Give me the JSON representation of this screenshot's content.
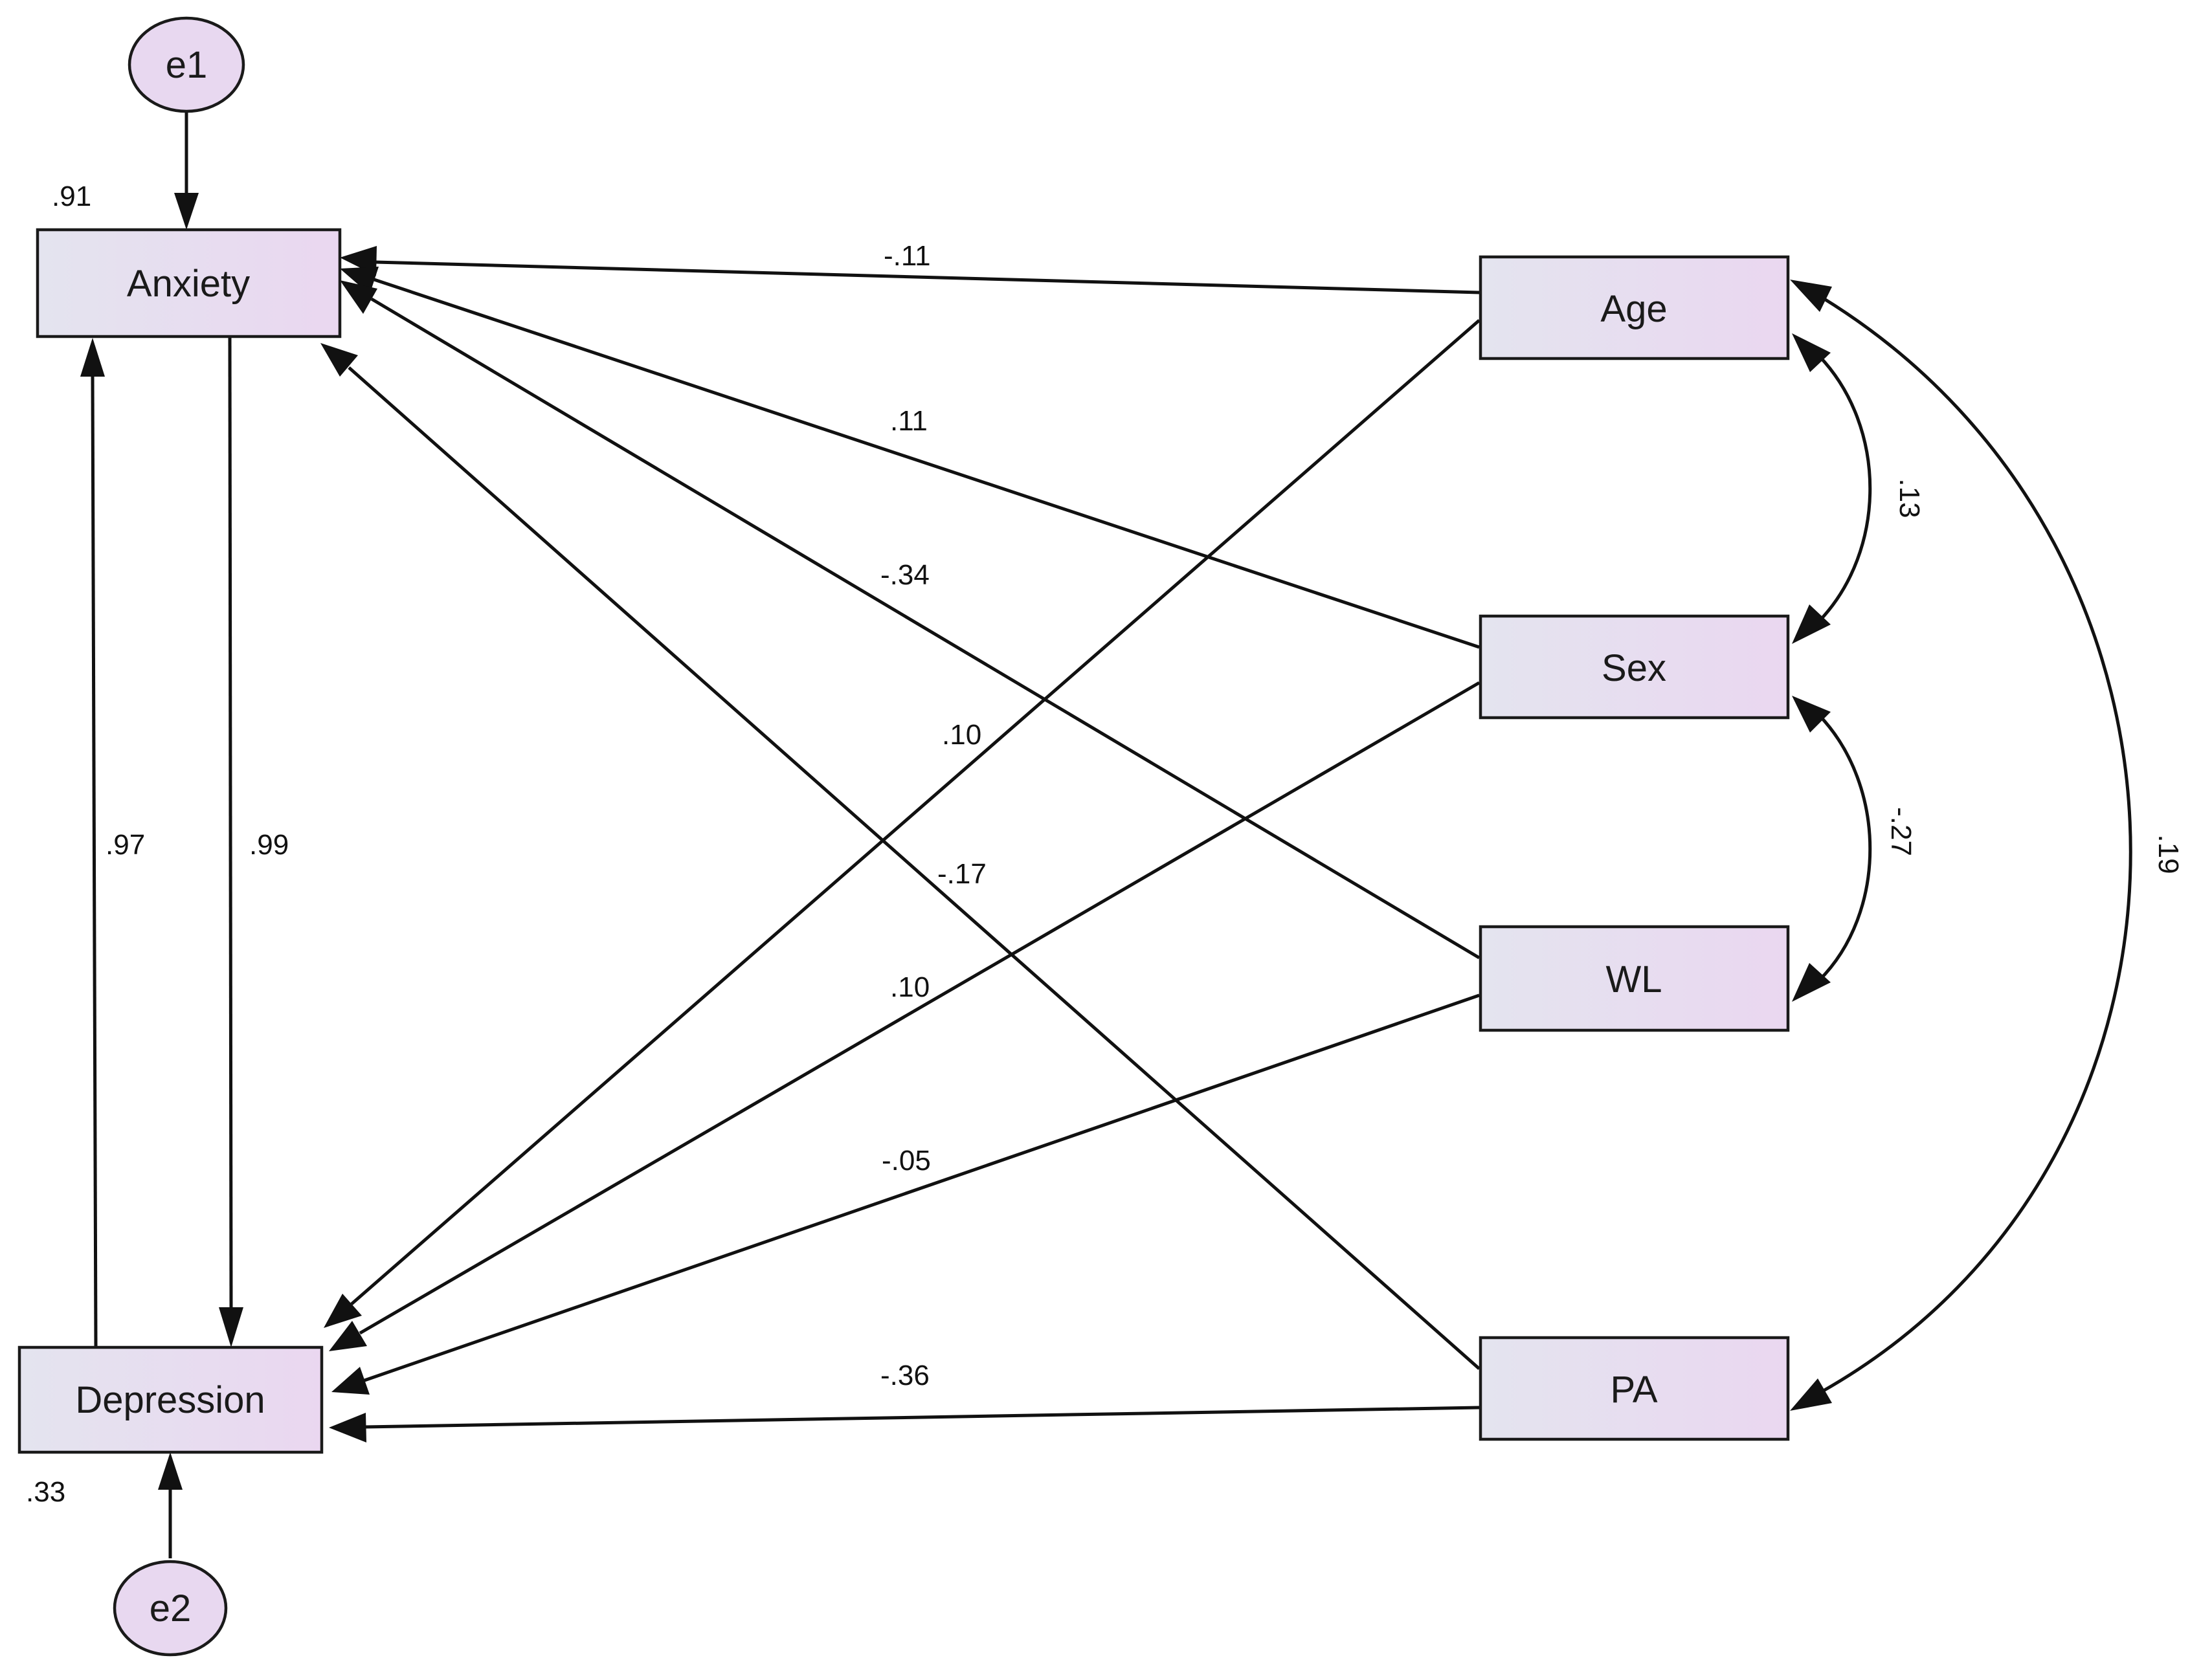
{
  "diagram": {
    "nodes": {
      "e1": {
        "label": "e1",
        "shape": "ellipse"
      },
      "e2": {
        "label": "e2",
        "shape": "ellipse"
      },
      "anxiety": {
        "label": "Anxiety",
        "shape": "rect"
      },
      "depression": {
        "label": "Depression",
        "shape": "rect"
      },
      "age": {
        "label": "Age",
        "shape": "rect"
      },
      "sex": {
        "label": "Sex",
        "shape": "rect"
      },
      "wl": {
        "label": "WL",
        "shape": "rect"
      },
      "pa": {
        "label": "PA",
        "shape": "rect"
      }
    },
    "r_squared": {
      "anxiety": ".91",
      "depression": ".33"
    },
    "paths": [
      {
        "from": "e1",
        "to": "Anxiety",
        "label": ""
      },
      {
        "from": "e2",
        "to": "Depression",
        "label": ""
      },
      {
        "from": "Age",
        "to": "Anxiety",
        "label": "-.11"
      },
      {
        "from": "Sex",
        "to": "Anxiety",
        "label": ".11"
      },
      {
        "from": "WL",
        "to": "Anxiety",
        "label": "-.34"
      },
      {
        "from": "PA",
        "to": "Anxiety",
        "label": "-.17"
      },
      {
        "from": "Age",
        "to": "Depression",
        "label": ".10"
      },
      {
        "from": "Sex",
        "to": "Depression",
        "label": ".10"
      },
      {
        "from": "WL",
        "to": "Depression",
        "label": "-.05"
      },
      {
        "from": "PA",
        "to": "Depression",
        "label": "-.36"
      },
      {
        "from": "Depression",
        "to": "Anxiety",
        "label": ".97"
      },
      {
        "from": "Anxiety",
        "to": "Depression",
        "label": ".99"
      }
    ],
    "covariances": [
      {
        "between": [
          "Age",
          "Sex"
        ],
        "label": ".13"
      },
      {
        "between": [
          "Sex",
          "WL"
        ],
        "label": "-.27"
      },
      {
        "between": [
          "Age",
          "PA"
        ],
        "label": ".19"
      }
    ],
    "colors": {
      "box_fill_start": "#e4e4ef",
      "box_fill_end": "#ead7f0",
      "ellipse_fill": "#e8d8f0",
      "line": "#111111"
    }
  }
}
